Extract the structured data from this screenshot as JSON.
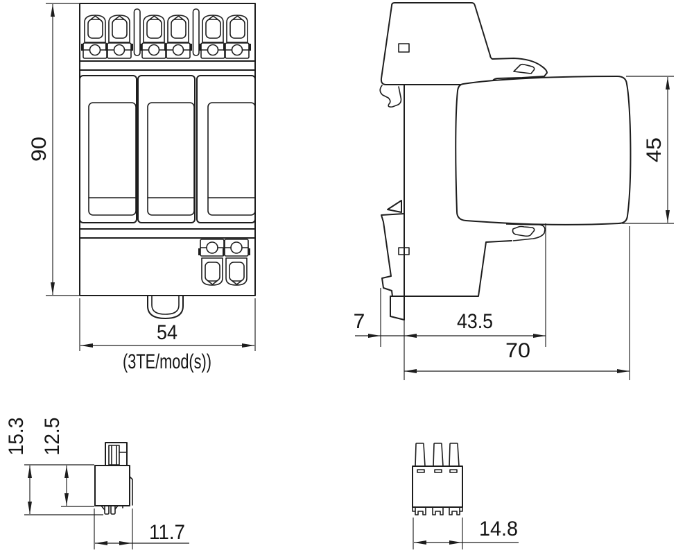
{
  "drawing_type": "dimensional drawing, DIN-rail surge protective device, 4 views",
  "front_view": {
    "height_dim": "90",
    "width_dim": "54",
    "width_note": "(3TE/mod(s))"
  },
  "side_view": {
    "module_height_dim": "45",
    "rail_clip_depth_dim": "7",
    "base_depth_dim": "43.5",
    "total_depth_dim": "70"
  },
  "release_lever_detail": {
    "overall_height_dim": "15.3",
    "body_height_dim": "12.5",
    "width_dim": "11.7"
  },
  "plug_connector_detail": {
    "width_dim": "14.8"
  },
  "colors": {
    "line": "#1d1d1d",
    "background": "#ffffff"
  }
}
